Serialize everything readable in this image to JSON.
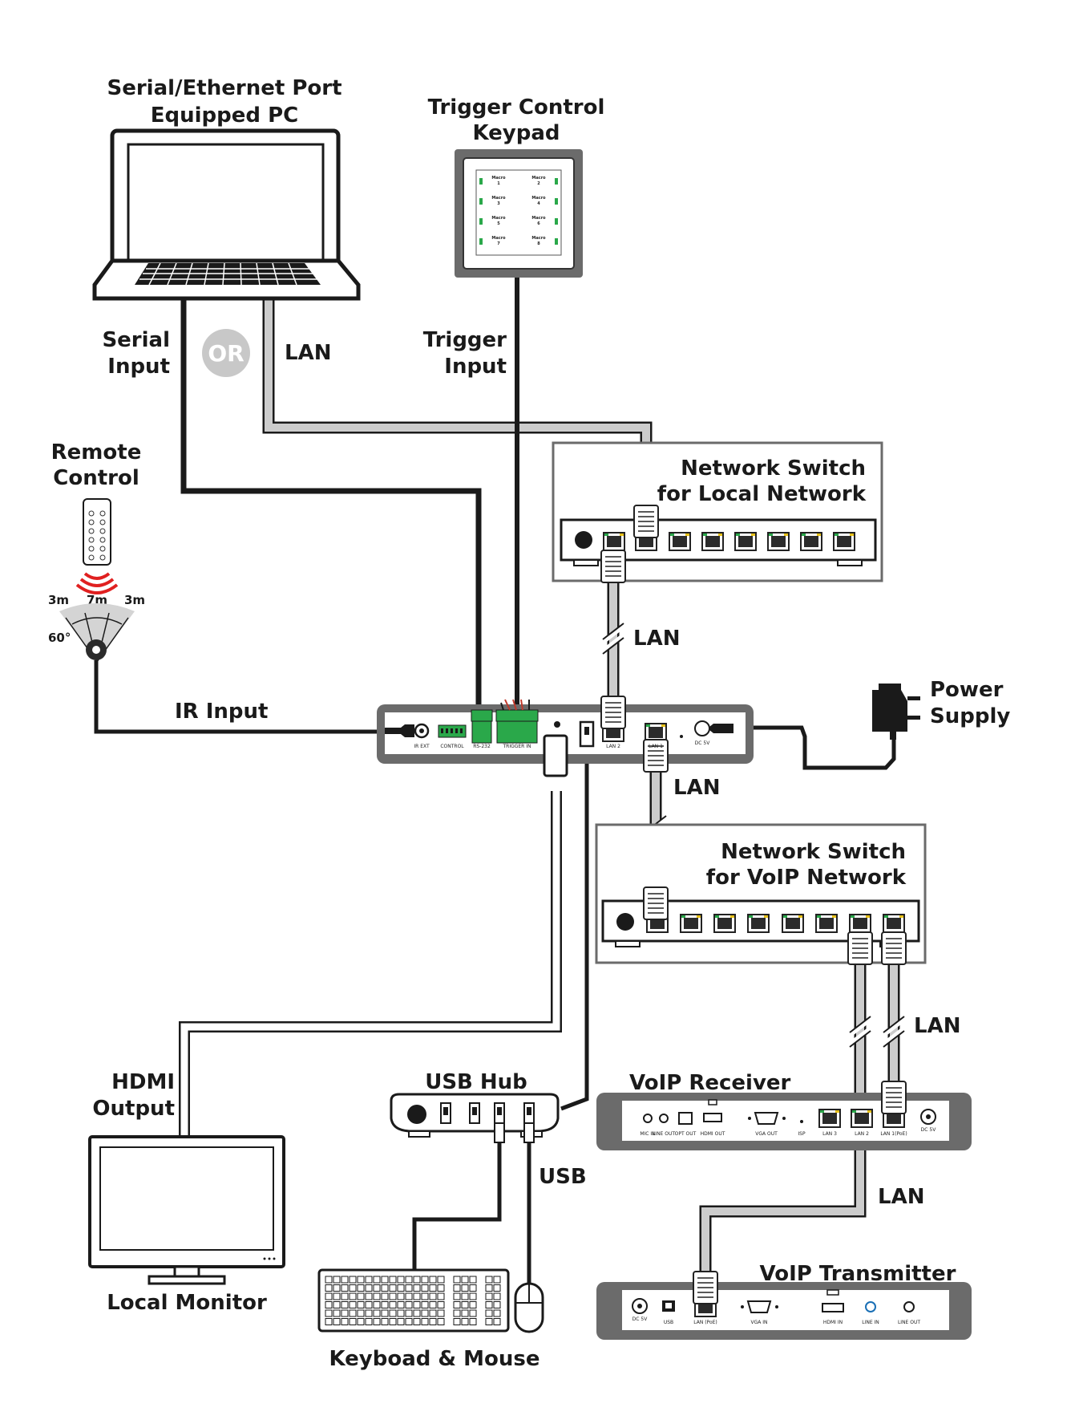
{
  "labels": {
    "pc_line1": "Serial/Ethernet Port",
    "pc_line2": "Equipped PC",
    "keypad_line1": "Trigger Control",
    "keypad_line2": "Keypad",
    "serial_line1": "Serial",
    "serial_line2": "Input",
    "or": "OR",
    "lan_pc": "LAN",
    "trigger_line1": "Trigger",
    "trigger_line2": "Input",
    "remote_line1": "Remote",
    "remote_line2": "Control",
    "range_left": "3m",
    "range_mid": "7m",
    "range_right": "3m",
    "angle": "60°",
    "ir_input": "IR Input",
    "switch_local_line1": "Network Switch",
    "switch_local_line2": "for Local Network",
    "lan_local": "LAN",
    "power_line1": "Power",
    "power_line2": "Supply",
    "lan_voip": "LAN",
    "switch_voip_line1": "Network Switch",
    "switch_voip_line2": "for VoIP Network",
    "lan_receiver": "LAN",
    "hdmi_line1": "HDMI",
    "hdmi_line2": "Output",
    "usb_hub": "USB Hub",
    "voip_receiver": "VoIP Receiver",
    "usb": "USB",
    "lan_transmitter": "LAN",
    "local_monitor": "Local Monitor",
    "voip_transmitter": "VoIP Transmitter",
    "keyboard_mouse": "Keyboad & Mouse"
  },
  "main_unit_ports": {
    "ir_ext": "IR EXT",
    "control": "CONTROL",
    "rs232": "RS-232",
    "trigger_in": "TRIGGER IN",
    "lan2": "LAN 2",
    "lan1": "LAN 1",
    "dc": "DC 5V"
  },
  "receiver_ports": {
    "mic_in": "MIC IN",
    "line_out": "LINE OUT",
    "opt_out": "OPT OUT",
    "hdmi_out": "HDMI OUT",
    "vga_out": "VGA OUT",
    "isp": "ISP",
    "lan3": "LAN 3",
    "lan2": "LAN 2",
    "lan1": "LAN 1(PoE)",
    "dc": "DC 5V"
  },
  "transmitter_ports": {
    "dc": "DC 5V",
    "usb": "USB",
    "lan": "LAN (PoE)",
    "vga_in": "VGA IN",
    "hdmi_in": "HDMI IN",
    "line_in": "LINE IN",
    "line_out": "LINE OUT"
  },
  "keypad_keys": [
    "Macro 1",
    "Macro 2",
    "Macro 3",
    "Macro 4",
    "Macro 5",
    "Macro 6",
    "Macro 7",
    "Macro 8"
  ],
  "colors": {
    "cable_dark": "#1a1a1a",
    "cable_light": "#cccccc",
    "device_frame": "#6b6b6b",
    "port_green": "#2aa84a",
    "port_yellow": "#e8c21a",
    "ir_red": "#e02020",
    "or_badge": "#c8c8c8"
  }
}
